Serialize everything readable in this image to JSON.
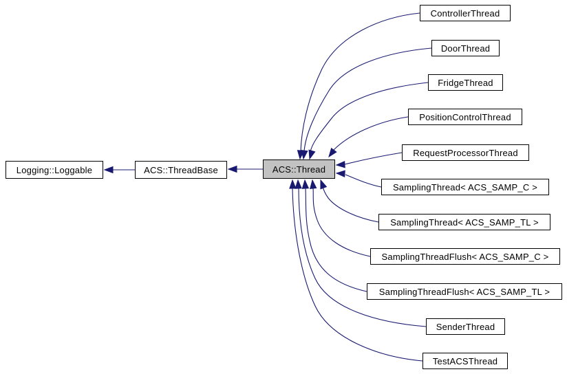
{
  "diagram": {
    "type": "class-inheritance-graph",
    "colors": {
      "background": "#ffffff",
      "edge": "#191970",
      "node_border": "#000000",
      "node_fill": "#ffffff",
      "selected_node_fill": "#c2c2c2",
      "text": "#000000"
    },
    "nodes": [
      {
        "label": "Logging::Loggable",
        "selected": false
      },
      {
        "label": "ACS::ThreadBase",
        "selected": false
      },
      {
        "label": "ACS::Thread",
        "selected": true
      },
      {
        "label": "ControllerThread",
        "selected": false
      },
      {
        "label": "DoorThread",
        "selected": false
      },
      {
        "label": "FridgeThread",
        "selected": false
      },
      {
        "label": "PositionControlThread",
        "selected": false
      },
      {
        "label": "RequestProcessorThread",
        "selected": false
      },
      {
        "label": "SamplingThread< ACS_SAMP_C >",
        "selected": false
      },
      {
        "label": "SamplingThread< ACS_SAMP_TL >",
        "selected": false
      },
      {
        "label": "SamplingThreadFlush< ACS_SAMP_C >",
        "selected": false
      },
      {
        "label": "SamplingThreadFlush< ACS_SAMP_TL >",
        "selected": false
      },
      {
        "label": "SenderThread",
        "selected": false
      },
      {
        "label": "TestACSThread",
        "selected": false
      }
    ],
    "edges": [
      {
        "from": "ACS::ThreadBase",
        "to": "Logging::Loggable"
      },
      {
        "from": "ACS::Thread",
        "to": "ACS::ThreadBase"
      },
      {
        "from": "ControllerThread",
        "to": "ACS::Thread"
      },
      {
        "from": "DoorThread",
        "to": "ACS::Thread"
      },
      {
        "from": "FridgeThread",
        "to": "ACS::Thread"
      },
      {
        "from": "PositionControlThread",
        "to": "ACS::Thread"
      },
      {
        "from": "RequestProcessorThread",
        "to": "ACS::Thread"
      },
      {
        "from": "SamplingThread< ACS_SAMP_C >",
        "to": "ACS::Thread"
      },
      {
        "from": "SamplingThread< ACS_SAMP_TL >",
        "to": "ACS::Thread"
      },
      {
        "from": "SamplingThreadFlush< ACS_SAMP_C >",
        "to": "ACS::Thread"
      },
      {
        "from": "SamplingThreadFlush< ACS_SAMP_TL >",
        "to": "ACS::Thread"
      },
      {
        "from": "SenderThread",
        "to": "ACS::Thread"
      },
      {
        "from": "TestACSThread",
        "to": "ACS::Thread"
      }
    ]
  }
}
